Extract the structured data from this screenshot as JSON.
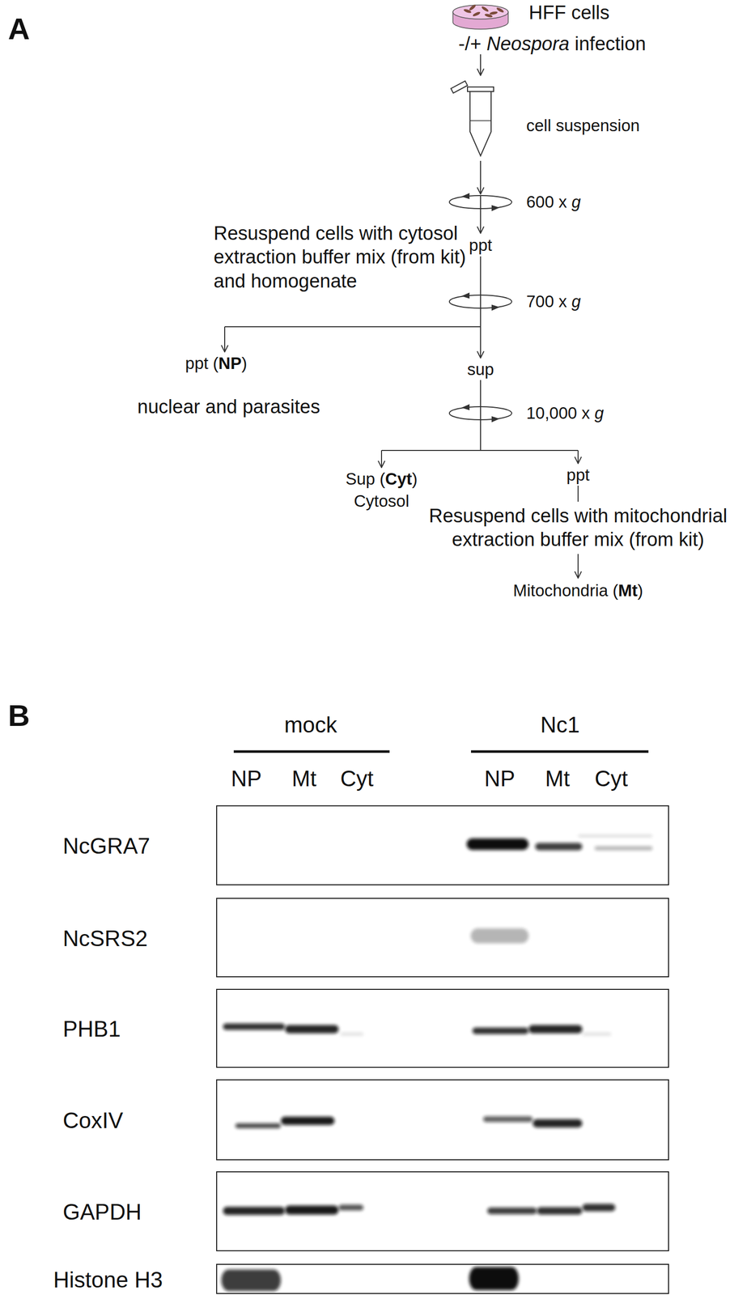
{
  "diagram": {
    "nodes": [
      {
        "text": [
          "NcGRA7"
        ]
      },
      {
        "text": [
          "NcSRS2"
        ]
      },
      {
        "text": [
          "PHB1"
        ]
      },
      {
        "text": [
          "CoxIV"
        ]
      },
      {
        "text": [
          "GAPDH"
        ]
      },
      {
        "text": [
          "Histone H3"
        ]
      }
    ],
    "labels": [
      "A",
      "HFF cells",
      "-/+ Neospora infection",
      "cell suspension",
      "600 x g",
      "Resuspend cells with cytosol extraction buffer mix (from kit) and homogenate",
      "ppt",
      "700 x g",
      "ppt (NP)",
      "nuclear and parasites",
      "sup",
      "10,000 x g",
      "Sup (Cyt)",
      "Cytosol",
      "ppt",
      "Resuspend cells with mitochondrial extraction buffer mix (from kit)",
      "Mitochondria (Mt)",
      "B",
      "mock",
      "Nc1",
      "NP",
      "Mt",
      "Cyt",
      "NP",
      "Mt",
      "Cyt"
    ]
  }
}
